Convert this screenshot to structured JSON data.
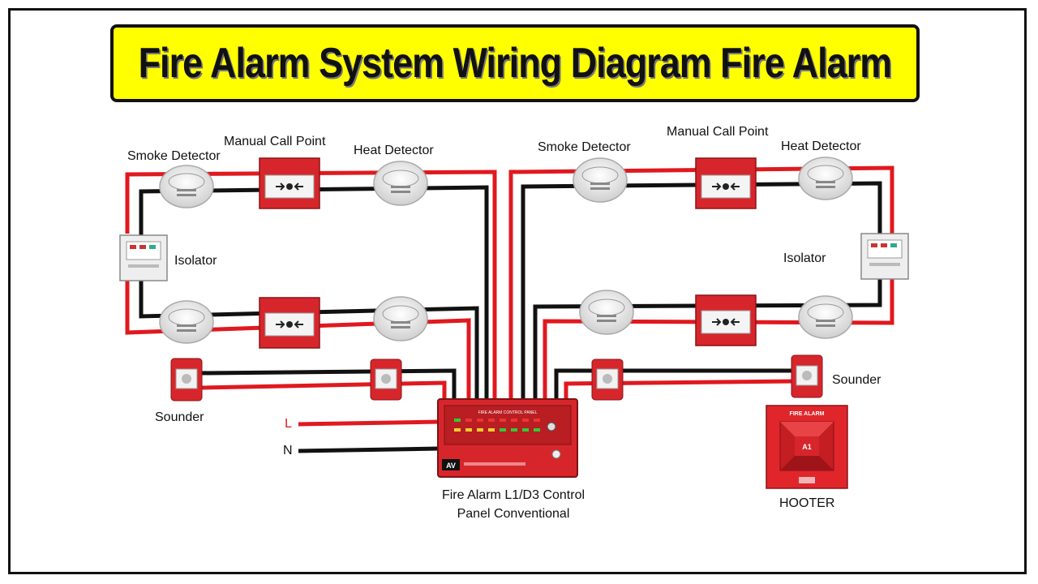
{
  "title": "Fire Alarm System Wiring Diagram Fire Alarm",
  "labels": {
    "smoke_detector_left": "Smoke Detector",
    "manual_call_point_left": "Manual Call Point",
    "heat_detector_left": "Heat Detector",
    "isolator_left": "Isolator",
    "sounder_left": "Sounder",
    "smoke_detector_right": "Smoke Detector",
    "manual_call_point_right": "Manual Call Point",
    "heat_detector_right": "Heat Detector",
    "isolator_right": "Isolator",
    "sounder_right": "Sounder",
    "live": "L",
    "neutral": "N",
    "panel_line1": "Fire Alarm L1/D3 Control",
    "panel_line2": "Panel Conventional",
    "hooter": "HOOTER",
    "panel_header": "FIRE ALARM CONTROL PANEL",
    "hooter_header": "FIRE ALARM",
    "hooter_zone": "A1",
    "panel_brand": "AV"
  },
  "colors": {
    "wire_positive": "#e0191f",
    "wire_negative": "#111111",
    "device_red": "#d7262b",
    "title_bg": "#ffff00"
  }
}
